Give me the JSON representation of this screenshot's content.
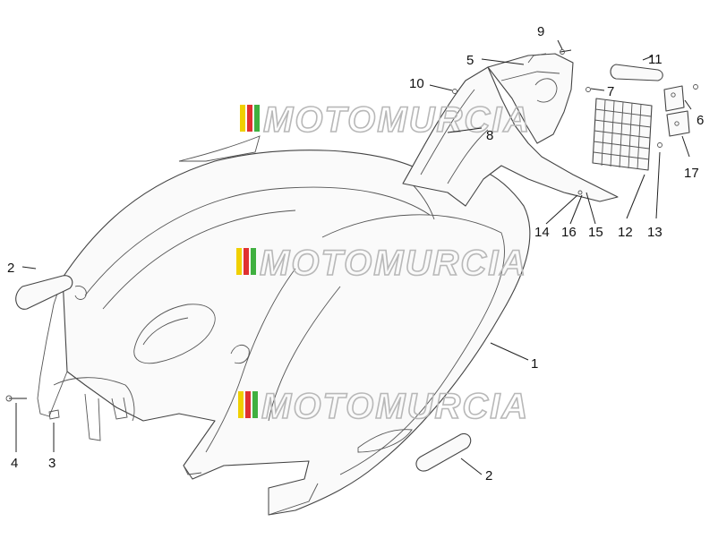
{
  "watermark": {
    "text": "MOTOMURCIA",
    "flag_colors": [
      "#f0d000",
      "#e03030",
      "#40b040"
    ],
    "outline_color": "#b8b8b8"
  },
  "callouts": {
    "c1": "1",
    "c2a": "2",
    "c2b": "2",
    "c3": "3",
    "c4": "4",
    "c5": "5",
    "c6": "6",
    "c7": "7",
    "c8": "8",
    "c9": "9",
    "c10": "10",
    "c11": "11",
    "c12": "12",
    "c13": "13",
    "c14": "14",
    "c15": "15",
    "c16": "16",
    "c17": "17"
  }
}
